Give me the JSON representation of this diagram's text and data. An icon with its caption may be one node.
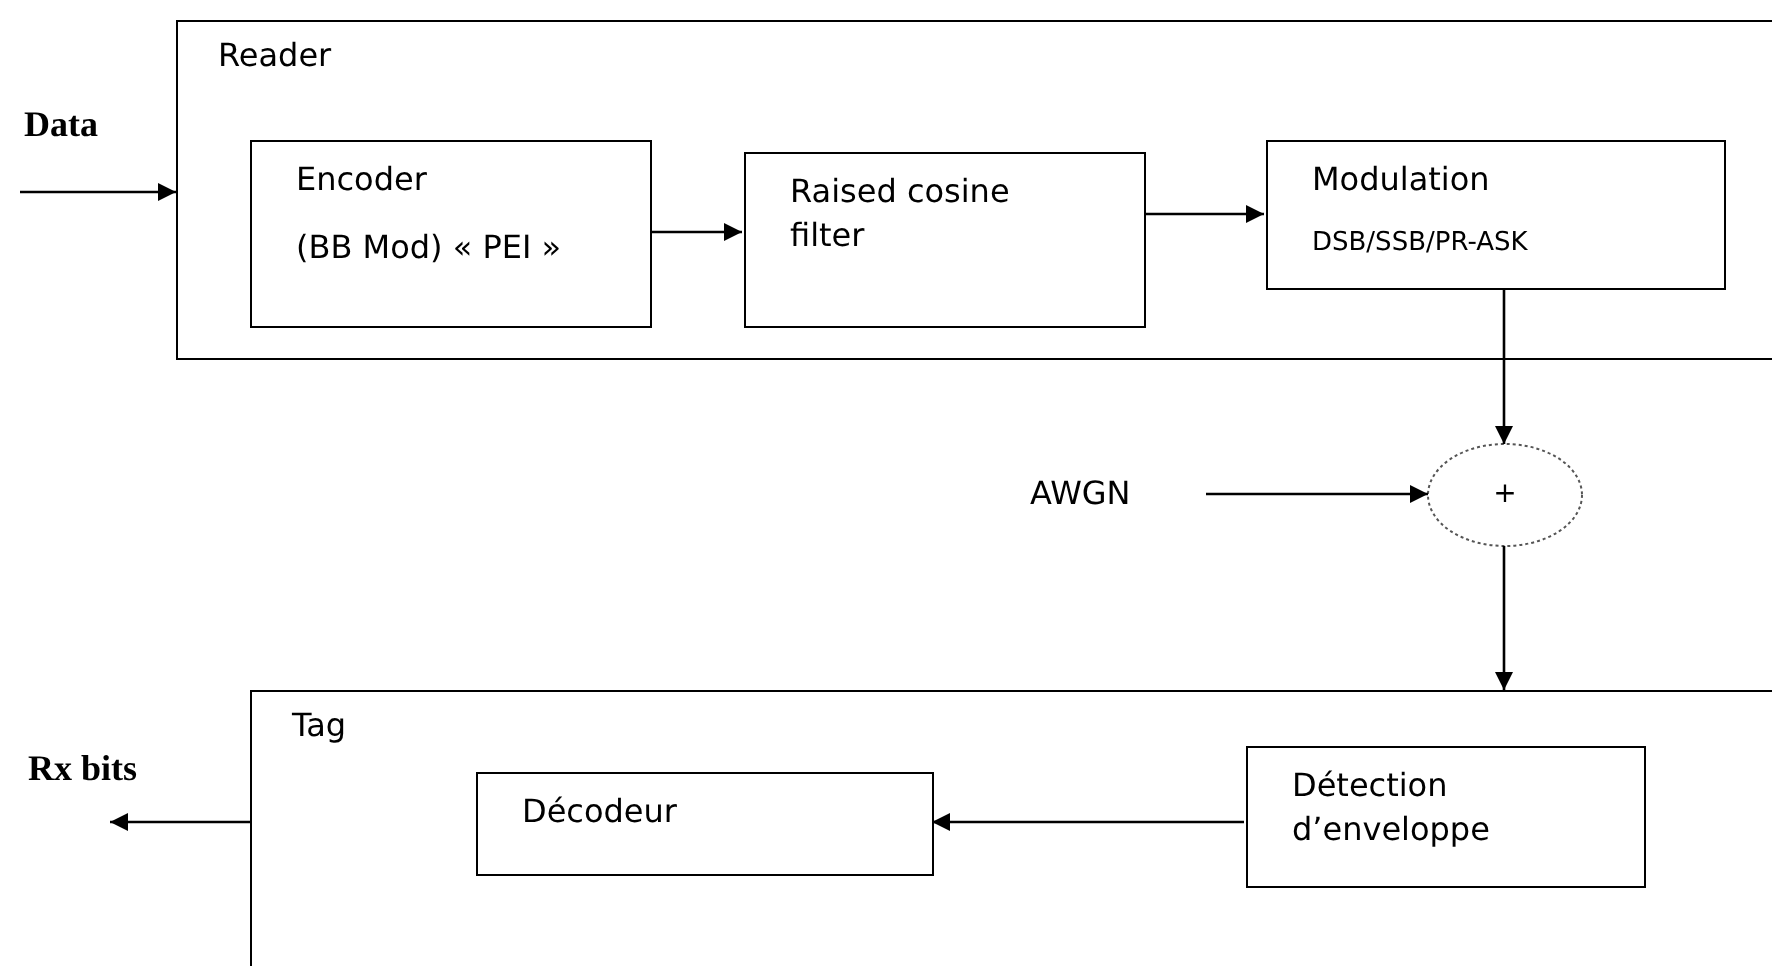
{
  "diagram": {
    "nodes": [
      {
        "text": [
          "Reader"
        ]
      },
      {
        "text": [
          "Encoder",
          "(BB Mod) « PEI »"
        ],
        "in": 0
      },
      {
        "text": [
          "Raised cosine filter"
        ],
        "in": 0
      },
      {
        "text": [
          "Modulation",
          "DSB/SSB/PR-ASK"
        ],
        "in": 0
      },
      {
        "text": [
          "+"
        ]
      },
      {
        "text": [
          "AWGN"
        ]
      },
      {
        "text": [
          "Tag"
        ]
      },
      {
        "text": [
          "Décodeur"
        ],
        "in": 6
      },
      {
        "text": [
          "Détection d’enveloppe"
        ],
        "in": 6
      }
    ],
    "edges": [
      {
        "from": null,
        "to": 0,
        "arrow": "to"
      },
      {
        "from": 1,
        "to": 2,
        "arrow": "to"
      },
      {
        "from": 2,
        "to": 3,
        "arrow": "to"
      },
      {
        "from": 3,
        "to": 4,
        "arrow": "to"
      },
      {
        "from": 5,
        "to": 4,
        "arrow": "to"
      },
      {
        "from": 4,
        "to": 6,
        "arrow": "to"
      },
      {
        "from": 8,
        "to": 7,
        "arrow": "to"
      },
      {
        "from": 6,
        "to": null,
        "arrow": "to"
      }
    ],
    "labels": [
      "Data",
      "Rx bits"
    ]
  }
}
